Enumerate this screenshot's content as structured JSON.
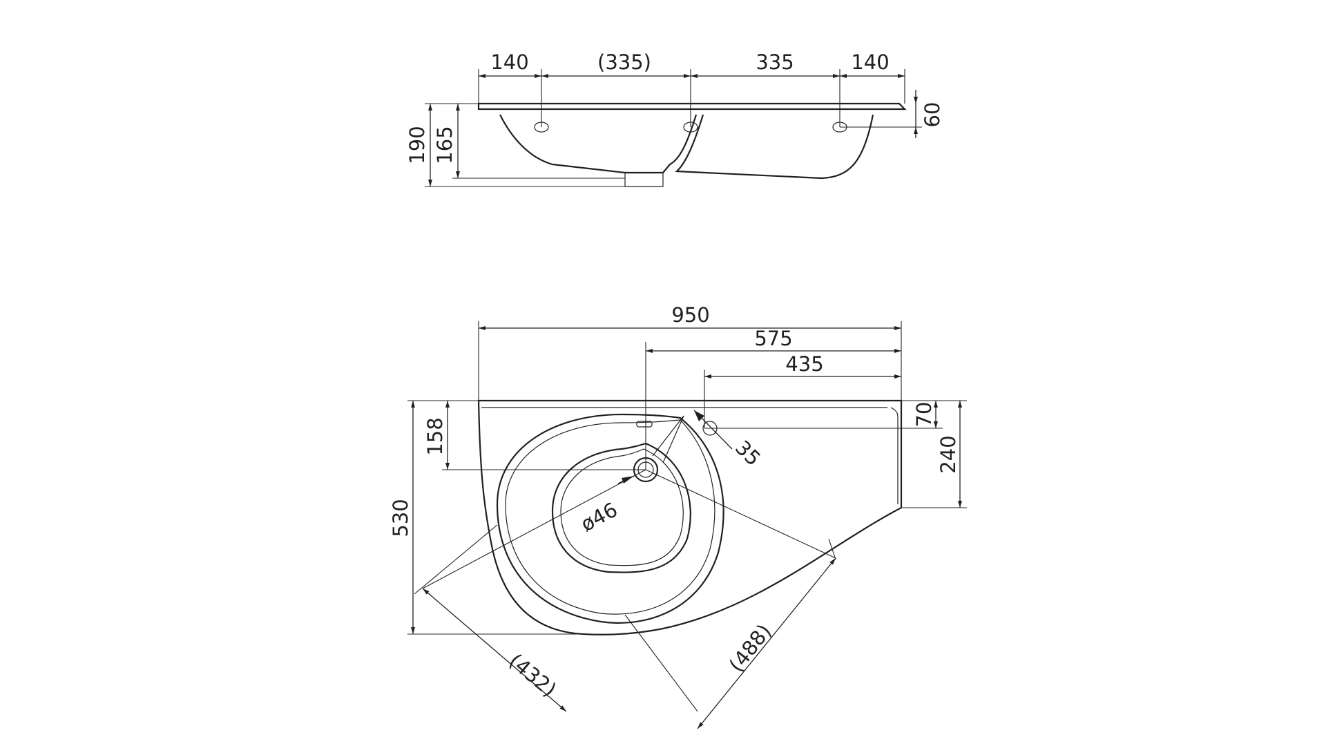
{
  "side_view": {
    "top_dims": [
      "140",
      "(335)",
      "335",
      "140"
    ],
    "left_dims": [
      "190",
      "165"
    ],
    "right_dim": "60"
  },
  "plan_view": {
    "width_overall": "950",
    "width_to_waste": "575",
    "width_to_tap": "435",
    "depth_overall": "530",
    "depth_to_waste": "158",
    "right_depth": "240",
    "right_rim": "70",
    "tap_hole": "35",
    "waste_hole": "ø46",
    "diagonal_a": "(432)",
    "diagonal_b": "(488)"
  }
}
